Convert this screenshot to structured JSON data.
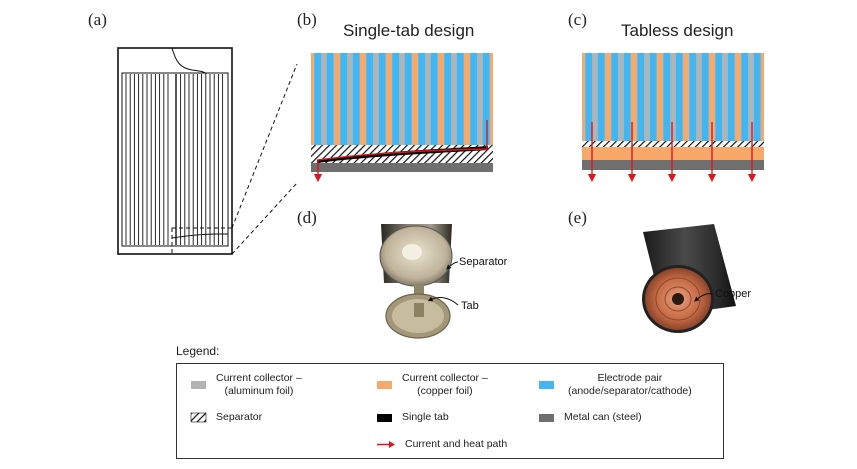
{
  "panels": {
    "a": {
      "label": "(a)"
    },
    "b": {
      "label": "(b)",
      "title": "Single-tab design"
    },
    "c": {
      "label": "(c)",
      "title": "Tabless design"
    },
    "d": {
      "label": "(d)",
      "callouts": [
        "Separator",
        "Tab"
      ]
    },
    "e": {
      "label": "(e)",
      "callouts": [
        "Copper"
      ]
    }
  },
  "legend": {
    "title": "Legend:",
    "items": [
      {
        "label_line1": "Current collector –",
        "label_line2": "(aluminum foil)",
        "swatch": "gray"
      },
      {
        "label_line1": "Current collector –",
        "label_line2": "(copper foil)",
        "swatch": "orange"
      },
      {
        "label_line1": "Electrode pair",
        "label_line2": "(anode/separator/cathode)",
        "swatch": "blue"
      },
      {
        "label_line1": "Separator",
        "swatch": "hatched"
      },
      {
        "label_line1": "Single tab",
        "swatch": "black"
      },
      {
        "label_line1": "Metal can (steel)",
        "swatch": "darkgray"
      },
      {
        "label_line1": "Current and heat path",
        "swatch": "red-arrow"
      }
    ]
  },
  "colors": {
    "aluminum": "#b3b3b3",
    "copper": "#f6a96b",
    "electrode": "#41b6f2",
    "single_tab": "#000000",
    "metal_can": "#6f6f6f",
    "arrow": "#e0141b"
  }
}
